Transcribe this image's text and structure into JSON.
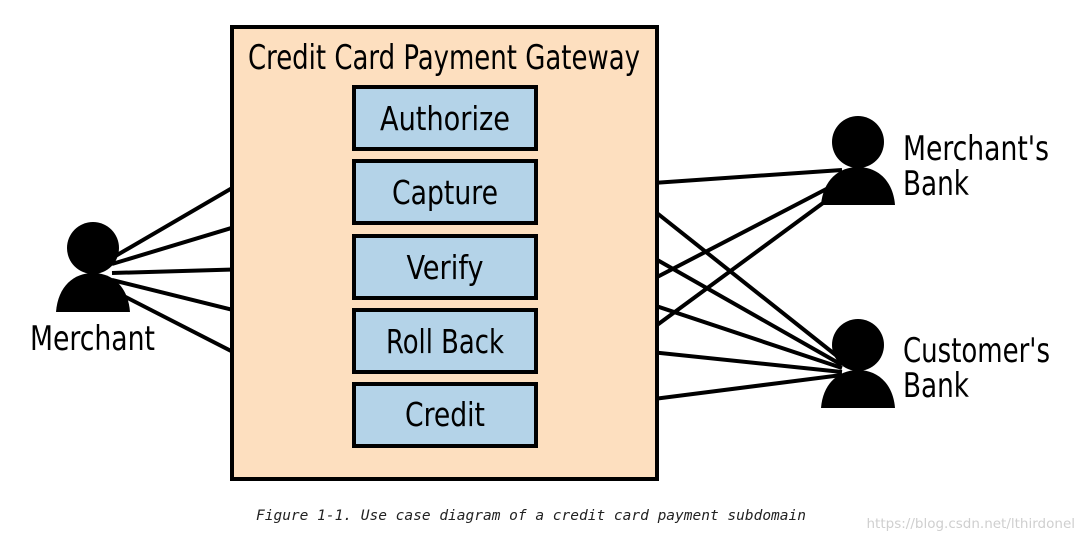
{
  "system": {
    "title": "Credit Card Payment Gateway",
    "fill_color": "#fddfbf"
  },
  "use_cases": [
    {
      "label": "Authorize"
    },
    {
      "label": "Capture"
    },
    {
      "label": "Verify"
    },
    {
      "label": "Roll Back"
    },
    {
      "label": "Credit"
    }
  ],
  "use_case_fill_color": "#b4d3e8",
  "actors": {
    "merchant": {
      "label": "Merchant",
      "icon": "person-icon"
    },
    "merchants_bank": {
      "label_line1": "Merchant's",
      "label_line2": "Bank",
      "icon": "person-icon"
    },
    "customers_bank": {
      "label_line1": "Customer's",
      "label_line2": "Bank",
      "icon": "person-icon"
    }
  },
  "associations": [
    {
      "from": "Merchant",
      "to": "Authorize"
    },
    {
      "from": "Merchant",
      "to": "Capture"
    },
    {
      "from": "Merchant",
      "to": "Verify"
    },
    {
      "from": "Merchant",
      "to": "Roll Back"
    },
    {
      "from": "Merchant",
      "to": "Credit"
    },
    {
      "from": "Capture",
      "to": "Merchant's Bank"
    },
    {
      "from": "Roll Back",
      "to": "Merchant's Bank"
    },
    {
      "from": "Credit",
      "to": "Merchant's Bank"
    },
    {
      "from": "Authorize",
      "to": "Customer's Bank"
    },
    {
      "from": "Capture",
      "to": "Customer's Bank"
    },
    {
      "from": "Verify",
      "to": "Customer's Bank"
    },
    {
      "from": "Roll Back",
      "to": "Customer's Bank"
    },
    {
      "from": "Credit",
      "to": "Customer's Bank"
    }
  ],
  "caption": "Figure 1-1. Use case diagram of a credit card payment subdomain",
  "watermark": "https://blog.csdn.net/lthirdonel"
}
